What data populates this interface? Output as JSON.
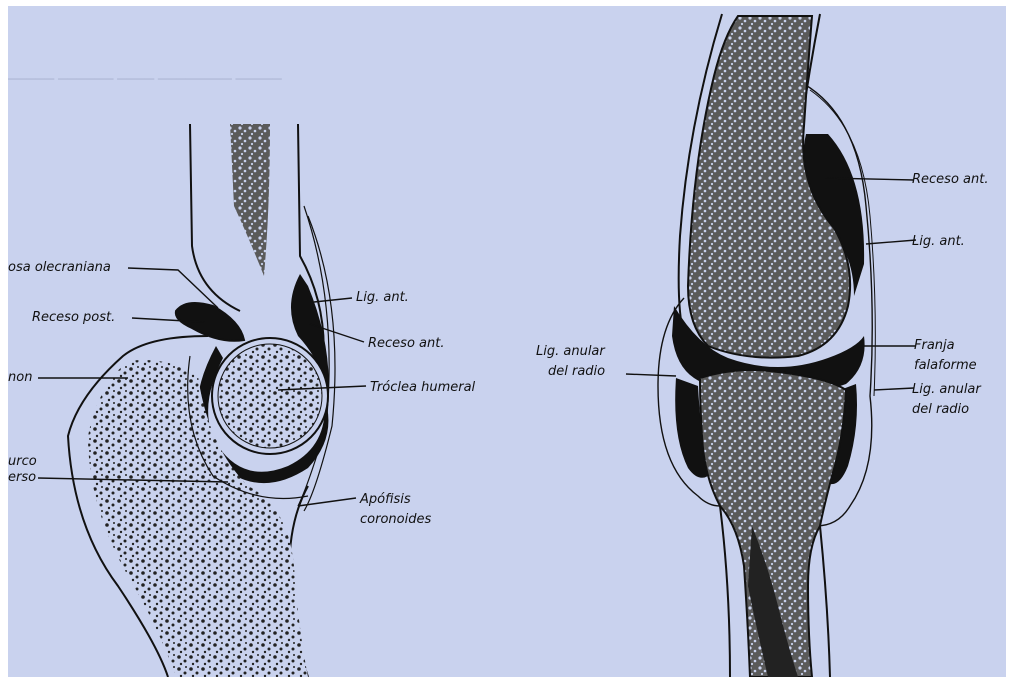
{
  "figure": {
    "left_view": {
      "labels": {
        "fosa_olecraniana": "osa olecraniana",
        "receso_post": "Receso post.",
        "olecranon": "non",
        "surco_line1": "urco",
        "surco_line2": "erso",
        "lig_ant": "Lig. ant.",
        "receso_ant": "Receso ant.",
        "troclea_humeral": "Tróclea humeral",
        "apofisis_line1": "Apófisis",
        "apofisis_line2": "coronoides"
      }
    },
    "right_view": {
      "labels": {
        "receso_ant": "Receso ant.",
        "lig_ant": "Lig. ant.",
        "lig_anular_left_line1": "Lig. anular",
        "lig_anular_left_line2": "del radio",
        "franja_line1": "Franja",
        "franja_line2": "falaforme",
        "lig_anular_right_line1": "Lig. anular",
        "lig_anular_right_line2": "del radio"
      }
    }
  },
  "colors": {
    "paper": "#c9d2ee",
    "ink": "#111111",
    "bone_fill": "#3a3a3a"
  }
}
